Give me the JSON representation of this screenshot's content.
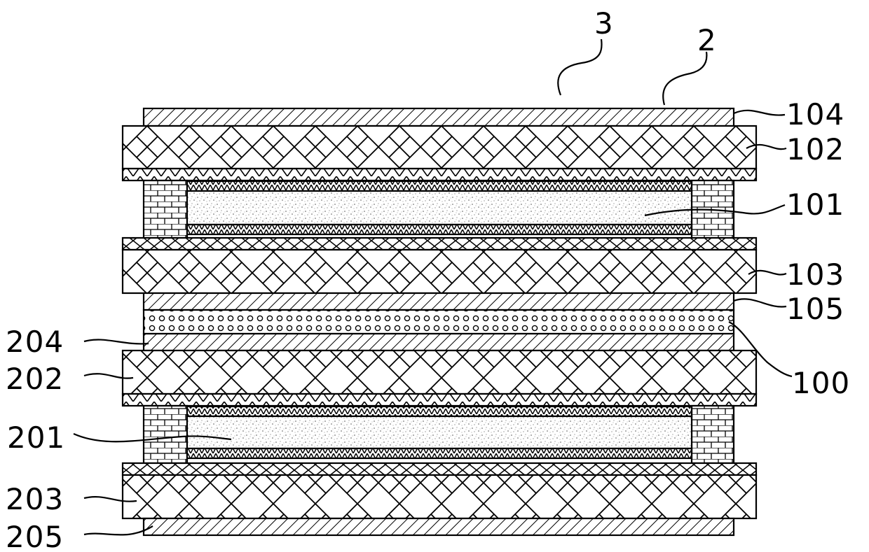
{
  "labels": {
    "l3": "3",
    "l2": "2",
    "l104": "104",
    "l102": "102",
    "l101": "101",
    "l103": "103",
    "l105": "105",
    "l100": "100",
    "l204": "204",
    "l202": "202",
    "l201": "201",
    "l203": "203",
    "l205": "205"
  },
  "colors": {
    "ink": "#000000",
    "paper": "#ffffff"
  }
}
